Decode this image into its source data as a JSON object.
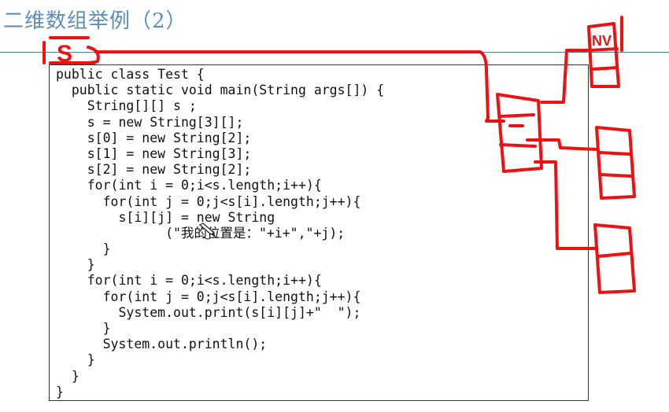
{
  "slide": {
    "title": "二维数组举例（2）"
  },
  "code": {
    "lines": [
      "public class Test {",
      "  public static void main(String args[]) {",
      "    String[][] s ;",
      "    s = new String[3][];",
      "    s[0] = new String[2];",
      "    s[1] = new String[3];",
      "    s[2] = new String[2];",
      "    for(int i = 0;i<s.length;i++){",
      "      for(int j = 0;j<s[i].length;j++){",
      "        s[i][j] = new String",
      "              (\"我的位置是：\"+i+\",\"+j);",
      "      }",
      "    }",
      "    for(int i = 0;i<s.length;i++){",
      "      for(int j = 0;j<s[i].length;j++){",
      "        System.out.print(s[i][j]+\"  \");",
      "      }",
      "      System.out.println();",
      "    }",
      "  }",
      "}"
    ]
  },
  "annotations": {
    "var_label": "S",
    "null_label": "NV",
    "color": "#ee1111"
  }
}
